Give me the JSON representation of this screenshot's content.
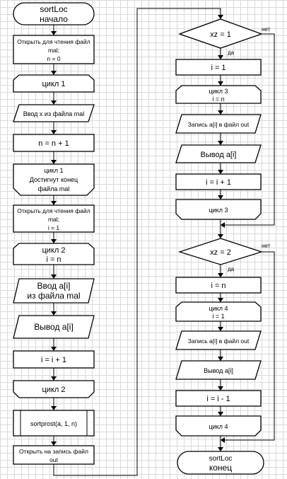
{
  "left_column": {
    "start": [
      "sortLoc",
      "начало"
    ],
    "open_read_1": [
      "Открыть для чтения файл",
      "mal;",
      "n = 0"
    ],
    "loop1_begin": "цикл 1",
    "input_x": "Ввод x из файла mal",
    "n_increment": "n = n + 1",
    "loop1_end": [
      "цикл 1",
      "Достигнут конец",
      "файла mal"
    ],
    "open_read_2": [
      "Открыть для чтения файл",
      "mal;",
      "i = 1"
    ],
    "loop2_begin": [
      "цикл 2",
      "i = n"
    ],
    "input_ai": [
      "Ввод a[i]",
      "из файла mal"
    ],
    "output_ai": "Вывод a[i]",
    "i_increment": "i = i + 1",
    "loop2_end": "цикл 2",
    "sortprost_call": "sortprost(a, 1, n)",
    "open_write": [
      "Открыть на запись файл",
      "out"
    ]
  },
  "right_column": {
    "cond_xz1": "xz = 1",
    "yes_label_1": "да",
    "no_label_1": "нет",
    "i_assign_1": "i = 1",
    "loop3_begin": [
      "цикл 3",
      "i = n"
    ],
    "write_ai_1": "Запись a[i] в файл out",
    "output_ai_1": "Вывод a[i]",
    "i_increment_1": "i = i + 1",
    "loop3_end": "цикл 3",
    "cond_xz2": "xz = 2",
    "yes_label_2": "да",
    "no_label_2": "нет",
    "i_assign_n": "i = n",
    "loop4_begin": [
      "цикл 4",
      "i = 1"
    ],
    "write_ai_2": "Запись a[i] в файл out",
    "output_ai_2": "Вывод a[i]",
    "i_decrement": "i = i - 1",
    "loop4_end": "цикл 4",
    "end": [
      "sortLoc",
      "конец"
    ]
  }
}
